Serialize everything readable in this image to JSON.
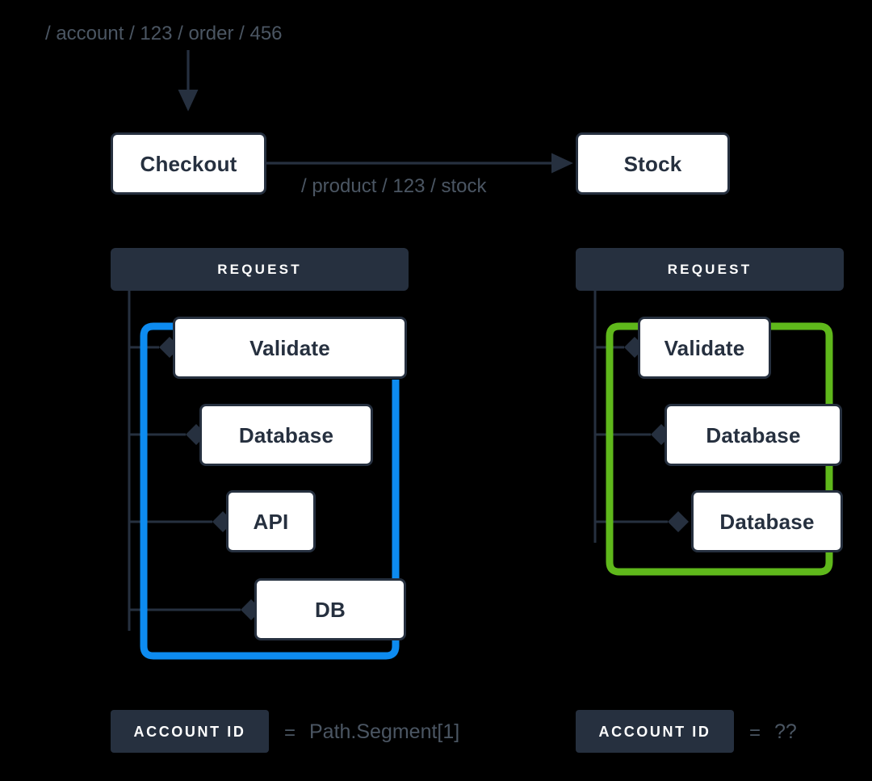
{
  "meta": {
    "background": "#000000",
    "ink": "#26303f",
    "muted_text": "#4b5663",
    "white": "#ffffff",
    "trace_blue": "#0d8bf0",
    "trace_green": "#5fb81b"
  },
  "top": {
    "incoming_path": "/ account / 123 / order / 456",
    "entry_service": "Checkout",
    "outgoing_path": "/ product / 123 / stock",
    "downstream_service": "Stock"
  },
  "panels": [
    {
      "id": "left",
      "header": "REQUEST",
      "trace_color": "#0d8bf0",
      "spans": [
        {
          "label": "Validate"
        },
        {
          "label": "Database"
        },
        {
          "label": "API"
        },
        {
          "label": "DB"
        }
      ],
      "legend": {
        "badge": "ACCOUNT ID",
        "equals": "=",
        "value": "Path.Segment[1]"
      }
    },
    {
      "id": "right",
      "header": "REQUEST",
      "trace_color": "#5fb81b",
      "spans": [
        {
          "label": "Validate"
        },
        {
          "label": "Database"
        },
        {
          "label": "Database"
        }
      ],
      "legend": {
        "badge": "ACCOUNT ID",
        "equals": "=",
        "value": "??"
      }
    }
  ]
}
